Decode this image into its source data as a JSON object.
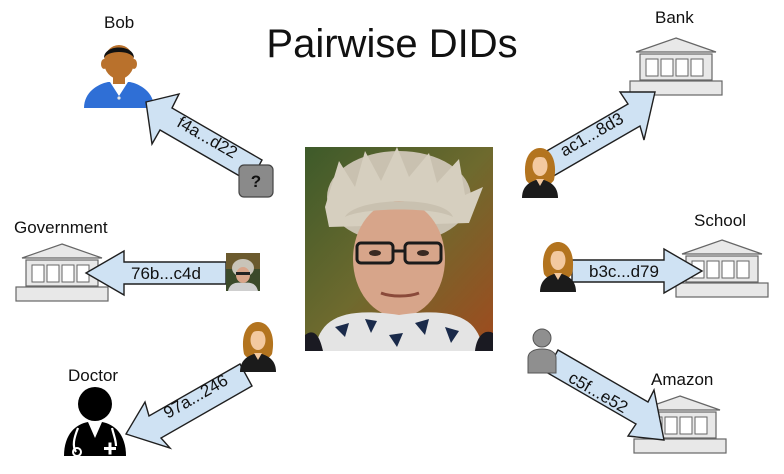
{
  "title": "Pairwise DIDs",
  "entities": {
    "bob": "Bob",
    "bank": "Bank",
    "government": "Government",
    "school": "School",
    "doctor": "Doctor",
    "amazon": "Amazon"
  },
  "dids": {
    "bob": "f4a...d22",
    "bank": "ac1...8d3",
    "government": "76b...c4d",
    "school": "b3c...d79",
    "doctor": "97a...246",
    "amazon": "c5f...e52"
  },
  "unknown_mark": "?",
  "colors": {
    "arrow_fill": "#cfe2f3",
    "arrow_stroke": "#1f1f1f",
    "building_fill": "#e8e8e8",
    "building_stroke": "#666666",
    "bob_skin": "#b9712c",
    "bob_shirt": "#2f6fd6",
    "woman_hair": "#b3741f",
    "unknown_box": "#8a8a8a"
  },
  "icons": {
    "building": "bank-building-icon",
    "person_woman": "woman-avatar-icon",
    "person_man": "man-avatar-icon",
    "doctor": "doctor-icon",
    "unknown": "question-box-icon",
    "anonymous": "anonymous-person-icon"
  }
}
